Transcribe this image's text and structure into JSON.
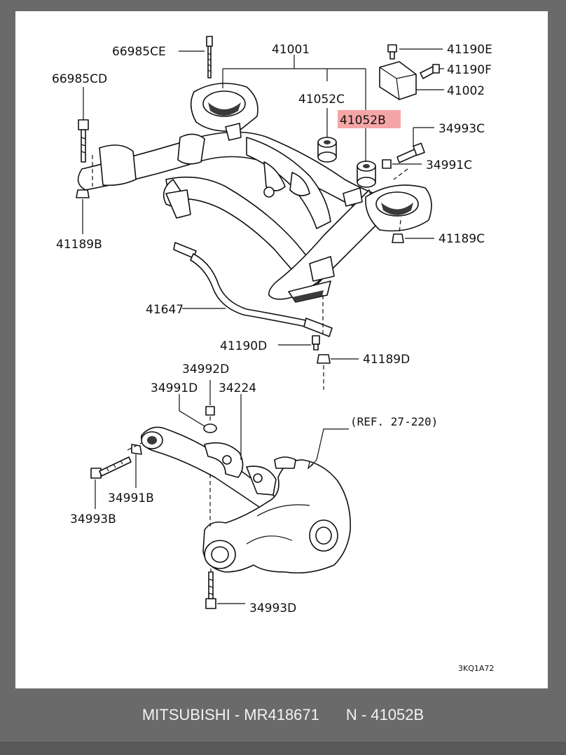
{
  "labels": {
    "p66985CE": "66985CE",
    "p41001": "41001",
    "p41190E": "41190E",
    "p41190F": "41190F",
    "p41002": "41002",
    "p66985CD": "66985CD",
    "p41052C": "41052C",
    "p41052B": "41052B",
    "p34993C": "34993C",
    "p34991C": "34991C",
    "p41189B": "41189B",
    "p41189C": "41189C",
    "p41647": "41647",
    "p41190D": "41190D",
    "p41189D": "41189D",
    "p34992D": "34992D",
    "p34991D": "34991D",
    "p34224": "34224",
    "ref": "(REF. 27-220)",
    "p34991B": "34991B",
    "p34993B": "34993B",
    "p34993D": "34993D",
    "code": "3KQ1A72"
  },
  "highlight_color": "#f4a6a6",
  "footer": {
    "brand_part": "MITSUBISHI - MR418671",
    "ref_number": "N - 41052B"
  }
}
